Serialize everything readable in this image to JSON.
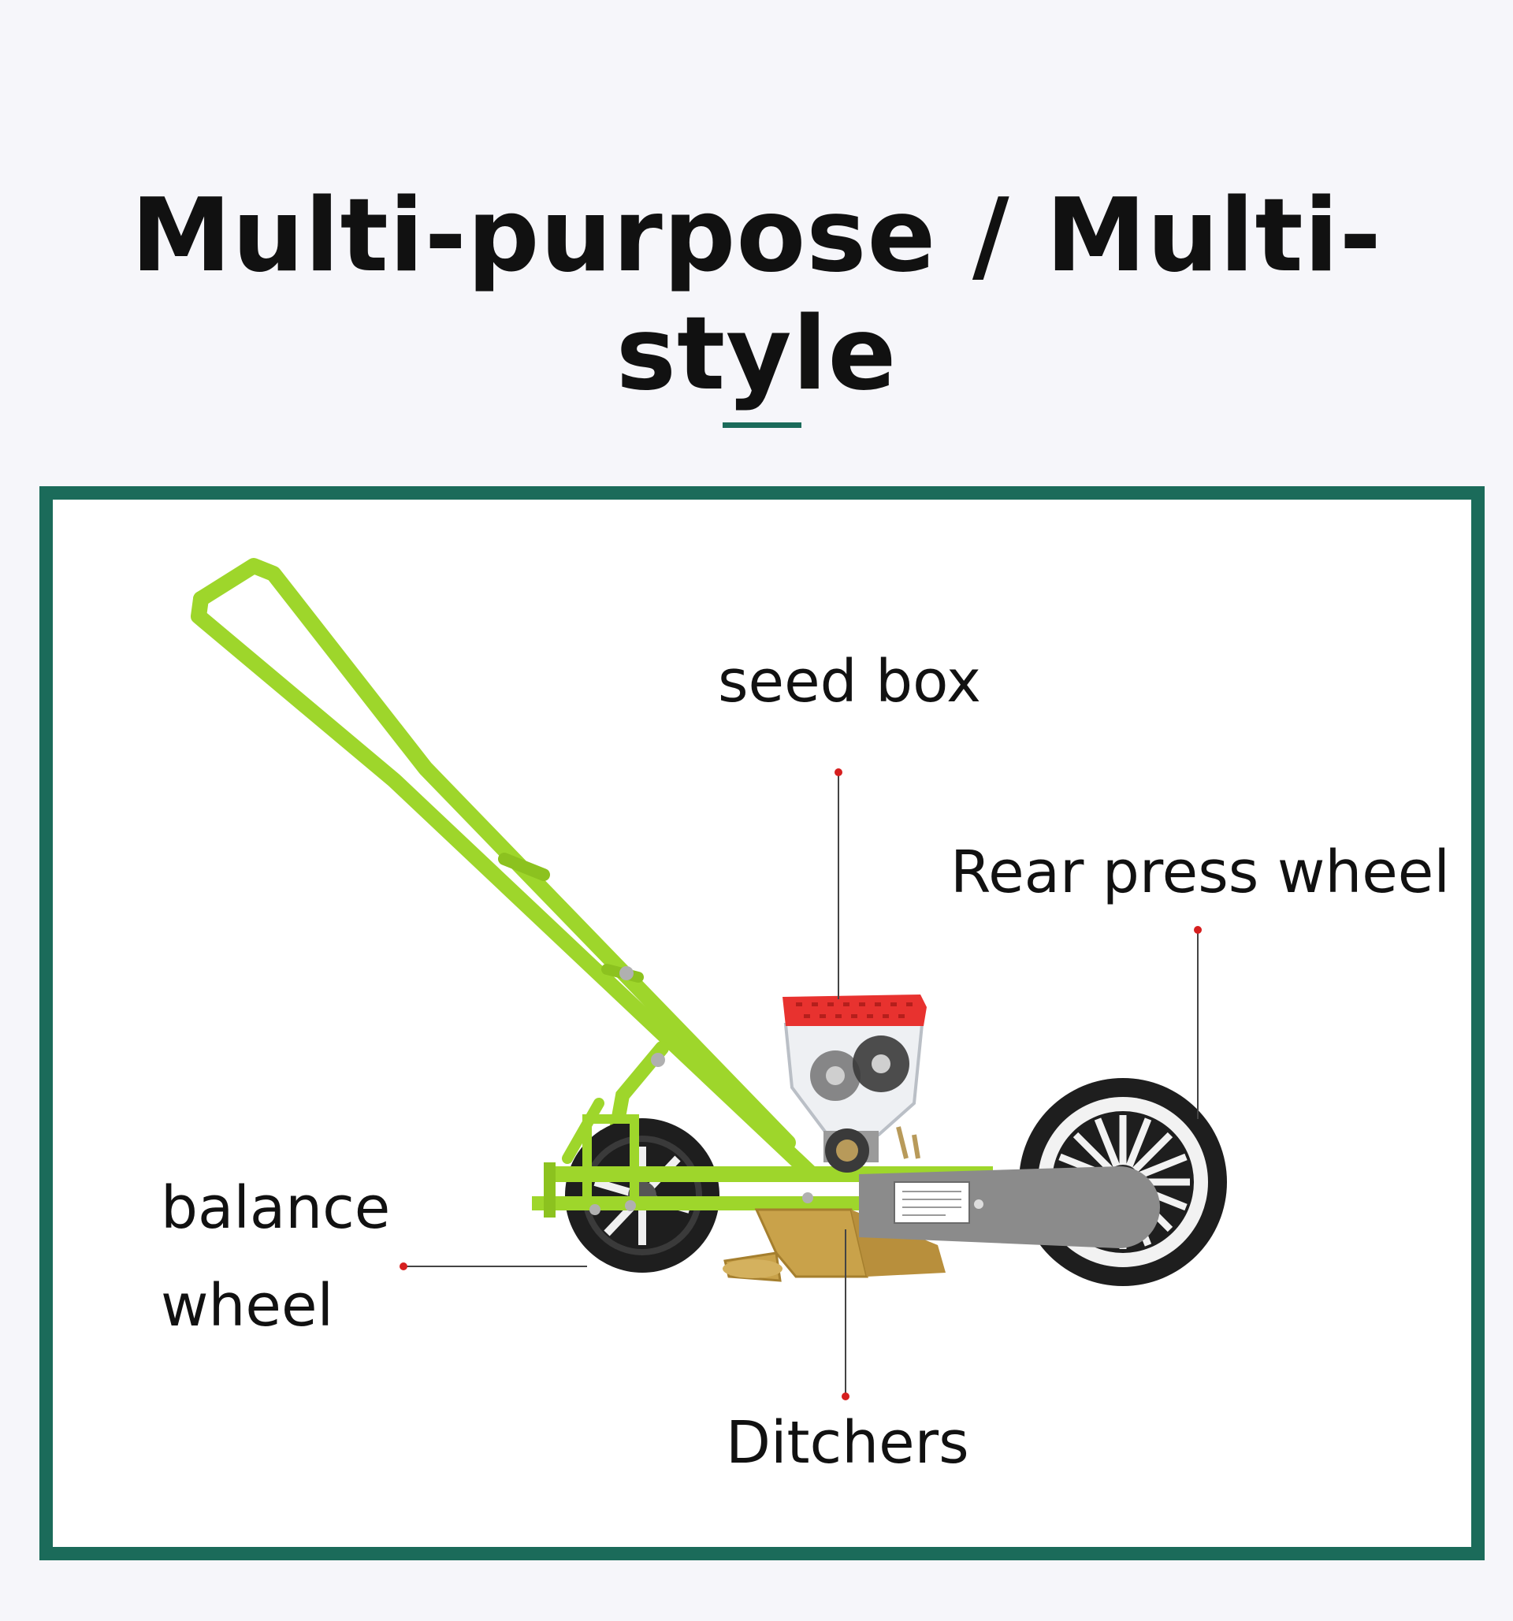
{
  "header": {
    "title": "Multi-purpose / Multi-style"
  },
  "colors": {
    "accent": "#1b6b5a",
    "frame_green": "#1b6b5a",
    "planter_green": "#9ed62b",
    "hopper_red": "#e8322f",
    "leader_red": "#d61f1f",
    "wheel_black": "#1e1e1e",
    "cover_gray": "#8b8b8b",
    "ditcher_gold": "#c9a24a"
  },
  "icons": [
    "planter-illustration"
  ],
  "diagram": {
    "labels": {
      "seed_box": "seed box",
      "rear_press_wheel": "Rear press wheel",
      "balance_wheel_line1": "balance",
      "balance_wheel_line2": "wheel",
      "ditchers": "Ditchers"
    }
  }
}
